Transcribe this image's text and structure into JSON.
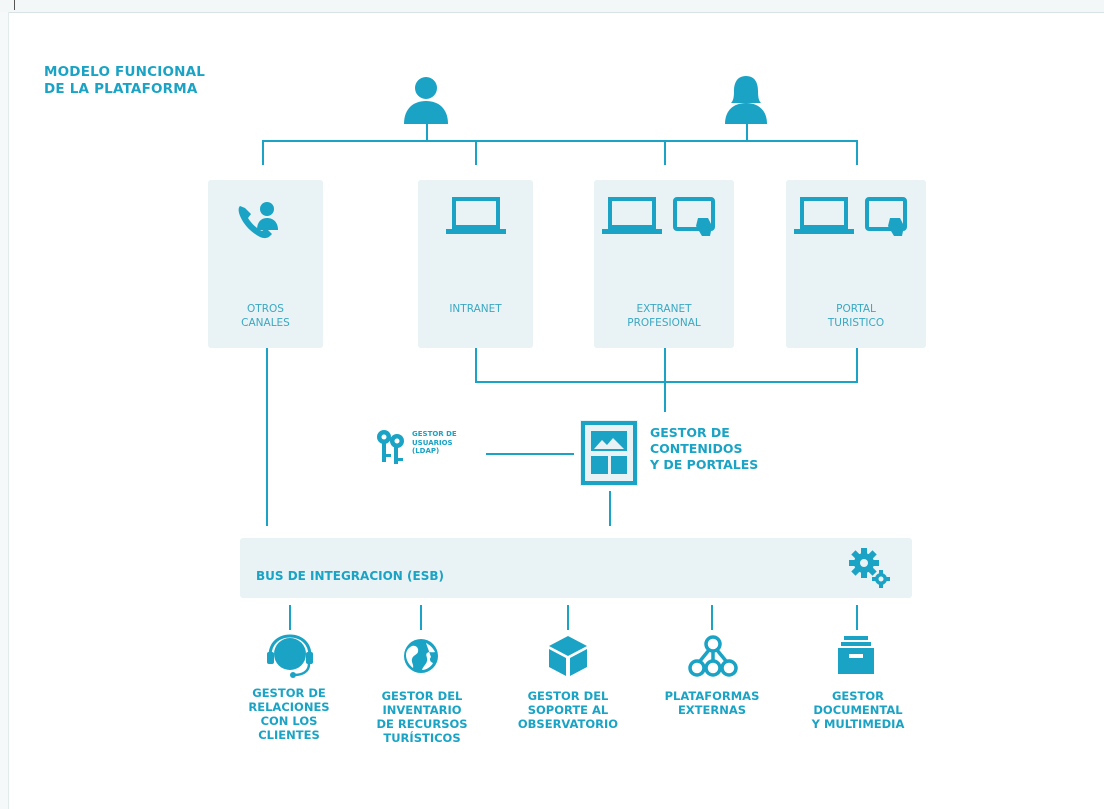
{
  "title": [
    "MODELO FUNCIONAL",
    "DE LA PLATAFORMA"
  ],
  "accent_color": "#1aa3c4",
  "card_color": "#e9f2f4",
  "users": [
    {
      "icon": "male-user-icon"
    },
    {
      "icon": "female-user-icon"
    }
  ],
  "channels": [
    {
      "label": [
        "OTROS",
        "CANALES"
      ],
      "icons": [
        "phone-user-icon"
      ]
    },
    {
      "label": [
        "INTRANET"
      ],
      "icons": [
        "laptop-icon"
      ]
    },
    {
      "label": [
        "EXTRANET",
        "PROFESIONAL"
      ],
      "icons": [
        "laptop-icon",
        "tablet-touch-icon"
      ]
    },
    {
      "label": [
        "PORTAL",
        "TURISTICO"
      ],
      "icons": [
        "laptop-icon",
        "tablet-touch-icon"
      ]
    }
  ],
  "content_manager": {
    "label": [
      "GESTOR DE",
      "CONTENIDOS",
      "Y DE PORTALES"
    ],
    "icon": "layout-icon"
  },
  "user_manager": {
    "label": [
      "GESTOR DE",
      "USUARIOS",
      "(LDAP)"
    ],
    "icon": "keys-icon"
  },
  "bus": {
    "label": "BUS DE INTEGRACION (ESB)",
    "icon": "gears-icon"
  },
  "services": [
    {
      "label": [
        "GESTOR DE",
        "RELACIONES",
        "CON LOS",
        "CLIENTES"
      ],
      "icon": "headset-icon"
    },
    {
      "label": [
        "GESTOR DEL",
        "INVENTARIO",
        "DE RECURSOS",
        "TURÍSTICOS"
      ],
      "icon": "globe-icon"
    },
    {
      "label": [
        "GESTOR DEL",
        "SOPORTE AL",
        "OBSERVATORIO"
      ],
      "icon": "cube-icon"
    },
    {
      "label": [
        "PLATAFORMAS",
        "EXTERNAS"
      ],
      "icon": "network-icon"
    },
    {
      "label": [
        "GESTOR",
        "DOCUMENTAL",
        "Y MULTIMEDIA"
      ],
      "icon": "archive-box-icon"
    }
  ]
}
